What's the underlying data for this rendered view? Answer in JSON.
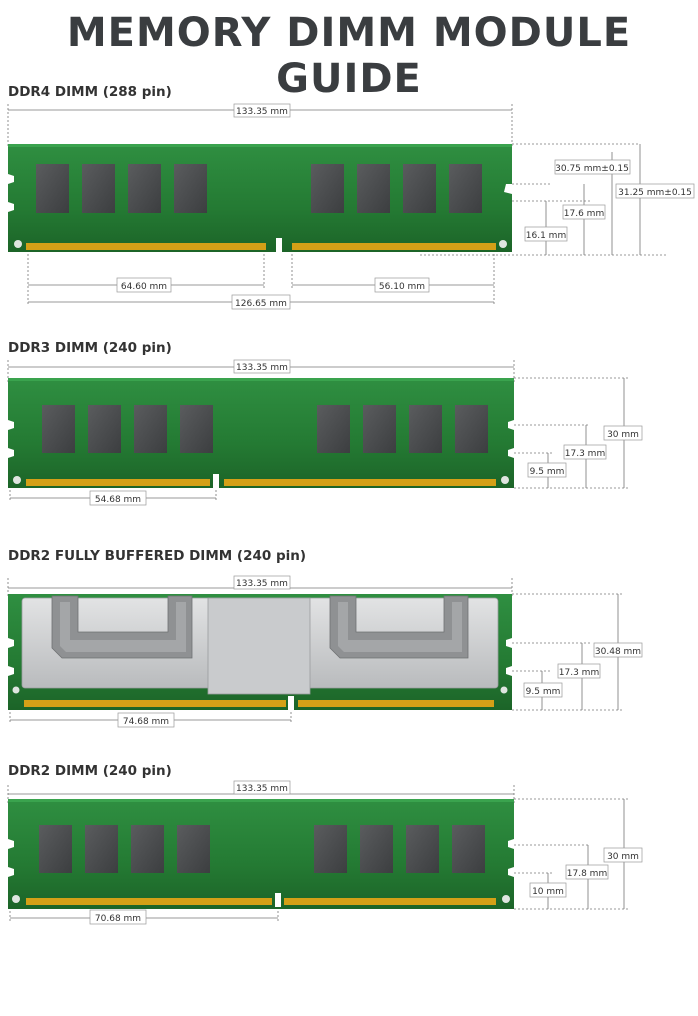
{
  "page_title": "MEMORY DIMM MODULE GUIDE",
  "modules": [
    {
      "id": "ddr4",
      "title": "DDR4 DIMM (288 pin)",
      "length": "133.35 mm",
      "height_total": "31.25 mm±0.15",
      "height_body": "30.75 mm±0.15",
      "height_notch_mid": "17.6 mm",
      "height_notch_low": "16.1 mm",
      "pins_left": "64.60 mm",
      "pins_right": "56.10 mm",
      "pins_span": "126.65 mm"
    },
    {
      "id": "ddr3",
      "title": "DDR3 DIMM (240 pin)",
      "length": "133.35 mm",
      "height_total": "30 mm",
      "height_notch_mid": "17.3 mm",
      "height_notch_low": "9.5 mm",
      "key_offset": "54.68 mm"
    },
    {
      "id": "ddr2fb",
      "title": "DDR2 FULLY BUFFERED DIMM (240 pin)",
      "length": "133.35 mm",
      "height_total": "30.48 mm",
      "height_notch_mid": "17.3 mm",
      "height_notch_low": "9.5 mm",
      "key_offset": "74.68 mm"
    },
    {
      "id": "ddr2",
      "title": "DDR2 DIMM (240 pin)",
      "length": "133.35 mm",
      "height_total": "30 mm",
      "height_notch_mid": "17.8 mm",
      "height_notch_low": "10 mm",
      "key_offset": "70.68 mm"
    }
  ],
  "colors": {
    "title": "#3a3d40",
    "pcb": "#2e8b3e",
    "pcb_dark": "#1f6a2c",
    "chip": "#4a4c4e",
    "pins": "#d4a017",
    "heatsink": "#c8cacc",
    "dimension_line": "#777777"
  }
}
